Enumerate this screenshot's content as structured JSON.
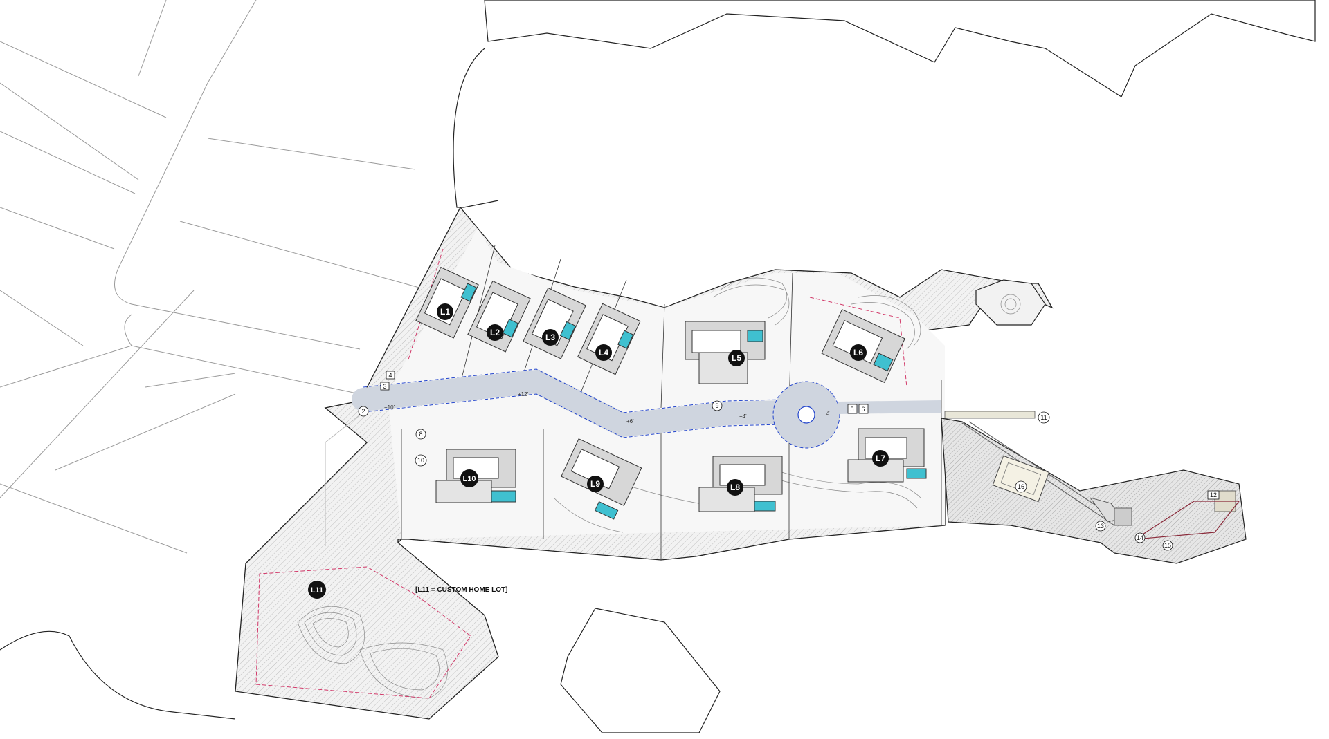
{
  "site_plan": {
    "note": "[L11 = CUSTOM HOME LOT]",
    "lots": [
      {
        "id": "L1",
        "label": "L1"
      },
      {
        "id": "L2",
        "label": "L2"
      },
      {
        "id": "L3",
        "label": "L3"
      },
      {
        "id": "L4",
        "label": "L4"
      },
      {
        "id": "L5",
        "label": "L5"
      },
      {
        "id": "L6",
        "label": "L6"
      },
      {
        "id": "L7",
        "label": "L7"
      },
      {
        "id": "L8",
        "label": "L8"
      },
      {
        "id": "L9",
        "label": "L9"
      },
      {
        "id": "L10",
        "label": "L10"
      },
      {
        "id": "L11",
        "label": "L11"
      }
    ],
    "keys": [
      "2",
      "3",
      "4",
      "5",
      "6",
      "8",
      "9",
      "10",
      "11",
      "12",
      "13",
      "14",
      "15",
      "16"
    ],
    "elevations": [
      "+10'",
      "+12'",
      "+6'",
      "+4'",
      "+2'"
    ],
    "colors": {
      "pool": "#3fc0d0",
      "road_outline": "#2244cc",
      "setback": "#d23a6a",
      "hatch": "#bdbdbd",
      "lot_marker": "#111111"
    }
  }
}
